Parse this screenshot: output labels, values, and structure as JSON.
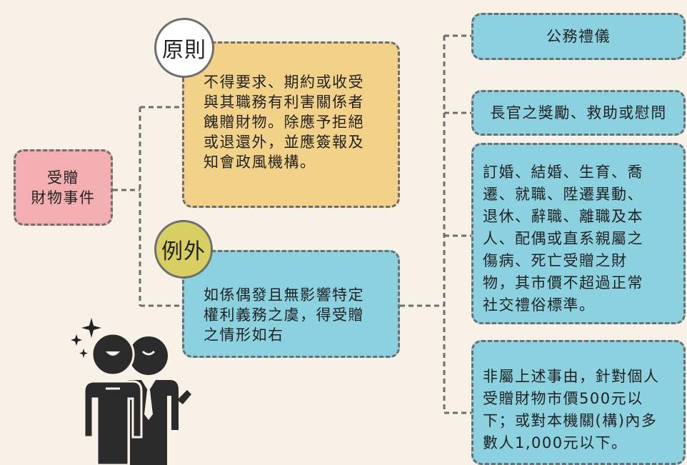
{
  "event": {
    "label_line1": "受贈",
    "label_line2": "財物事件"
  },
  "principle": {
    "badge": "原則",
    "lines": [
      "不得要求、期約或收受",
      "與其職務有利害關係者",
      "餽贈財物。除應予拒絕",
      "或退還外，並應簽報及",
      "知會政風機構。"
    ]
  },
  "exception": {
    "badge": "例外",
    "lines": [
      "如係偶發且無影響特定",
      "權利義務之虞，得受贈",
      "之情形如右"
    ]
  },
  "cases": [
    {
      "lines": [
        "公務禮儀"
      ]
    },
    {
      "lines": [
        "長官之獎勵、救助或慰問"
      ]
    },
    {
      "lines": [
        "訂婚、結婚、生育、喬",
        "遷、就職、陞遷異動、",
        "退休、辭職、離職及本",
        "人、配偶或直系親屬之",
        "傷病、死亡受贈之財",
        "物，其市價不超過正常",
        "社交禮俗標準。"
      ]
    },
    {
      "lines": [
        "非屬上述事由，針對個人",
        "受贈財物市價500元以",
        "下；或對本機關(構)內多",
        "數人1,000元以下。"
      ]
    }
  ],
  "colors": {
    "background": "#f8f1e7",
    "event_fill": "#f2aeb1",
    "principle_fill": "#f2d288",
    "exception_fill": "#8bd1e0",
    "case_fill": "#8bd1e0",
    "badge_exception_fill": "#d7cf62",
    "connector": "#6e6e6e"
  },
  "icons": [
    "sparkle-icon",
    "businessmen-icon"
  ]
}
